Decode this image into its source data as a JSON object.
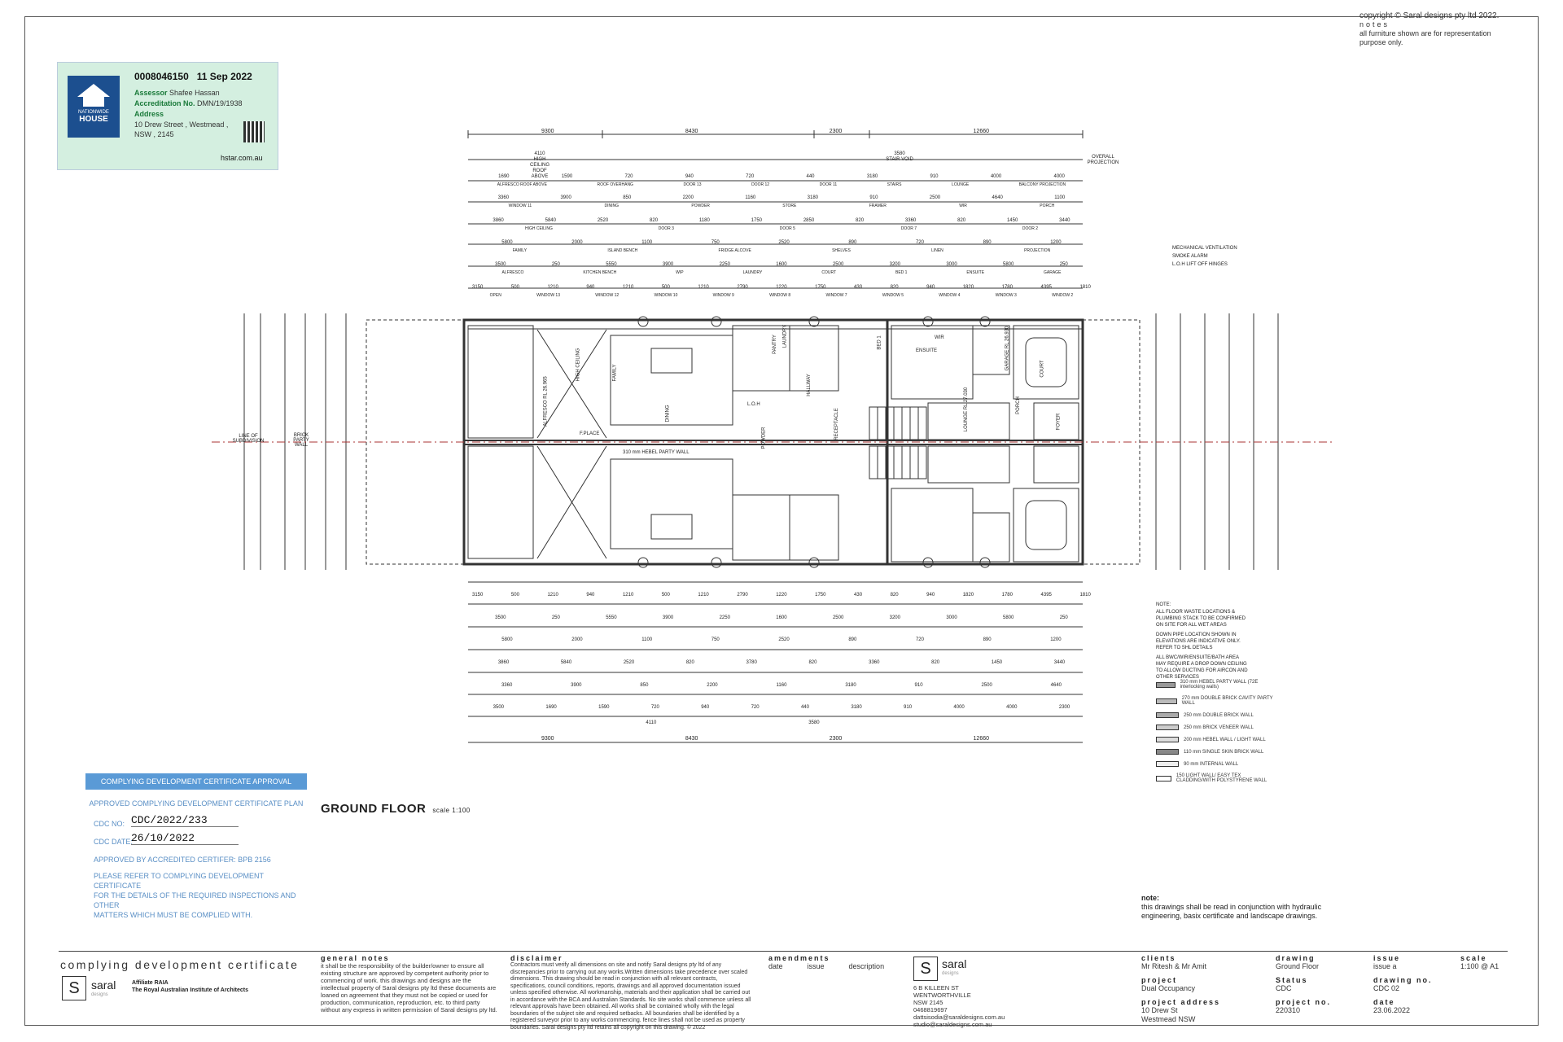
{
  "copyright": {
    "line1": "copyright © Saral designs pty ltd 2022.",
    "line2": "notes",
    "line3": "all furniture shown are for representation",
    "line4": "purpose only."
  },
  "certificate": {
    "number": "0008046150",
    "date": "11 Sep 2022",
    "assessor_label": "Assessor",
    "assessor": "Shafee Hassan",
    "accreditation_label": "Accreditation No.",
    "accreditation": "DMN/19/1938",
    "address_label": "Address",
    "address1": "10 Drew Street , Westmead ,",
    "address2": "NSW , 2145",
    "logo_text1": "NATIONWIDE",
    "logo_text2": "HOUSE",
    "site": "hstar.com.au"
  },
  "plan": {
    "title": "GROUND FLOOR",
    "scale": "scale 1:100",
    "top_overall": [
      "9300",
      "8430",
      "2300",
      "12660"
    ],
    "bottom_overall": [
      "9300",
      "8430",
      "2300",
      "12660"
    ],
    "top_row1": [
      "4110",
      "3580"
    ],
    "top_row1_labels": [
      "HIGH CEILING ROOF ABOVE",
      "STAIR VOID",
      "OVERALL PROJECTION"
    ],
    "top_row2": [
      "1690",
      "1590",
      "720",
      "940",
      "720",
      "440",
      "3180",
      "910",
      "4000",
      "4000"
    ],
    "top_row2_labels": [
      "ALFRESCO ROOF ABOVE",
      "ROOF OVERHANG",
      "DOOR 13",
      "DOOR 12",
      "DOOR 11",
      "STAIRS",
      "LOUNGE",
      "BALCONY PROJECTION"
    ],
    "top_row3": [
      "3360",
      "3900",
      "850",
      "2200",
      "1160",
      "3180",
      "910",
      "2500",
      "4640",
      "1100"
    ],
    "top_row3_labels": [
      "WINDOW 11",
      "DINING",
      "POWDER",
      "STORE",
      "FRAMER",
      "WIR",
      "PORCH"
    ],
    "top_row4": [
      "3860",
      "5840",
      "2520",
      "820",
      "1180",
      "1750",
      "2850",
      "820",
      "3360",
      "820",
      "1450",
      "3440"
    ],
    "top_row4_labels": [
      "HIGH CEILING",
      "DOOR 3",
      "DOOR 5",
      "DOOR 7",
      "DOOR 2"
    ],
    "top_row5": [
      "5800",
      "2000",
      "1100",
      "750",
      "2520",
      "890",
      "720",
      "890",
      "1200"
    ],
    "top_row5_labels": [
      "FAMILY",
      "ISLAND BENCH",
      "FRIDGE ALCOVE",
      "SHELVES",
      "LINEN",
      "PROJECTION"
    ],
    "top_row6": [
      "3500",
      "250",
      "5550",
      "3900",
      "2250",
      "1600",
      "2500",
      "3200",
      "3000",
      "5800",
      "250"
    ],
    "top_row6_labels": [
      "ALFRESCO",
      "KITCHEN BENCH",
      "WIP",
      "LAUNDRY",
      "COURT",
      "BED 1",
      "ENSUITE",
      "GARAGE"
    ],
    "top_row7": [
      "3150",
      "500",
      "1210",
      "940",
      "1210",
      "500",
      "1210",
      "2790",
      "1220",
      "1750",
      "430",
      "820",
      "940",
      "1820",
      "1780",
      "4395",
      "1810"
    ],
    "top_row7_labels": [
      "OPEN",
      "WINDOW 13",
      "WINDOW 12",
      "WINDOW 10",
      "WINDOW 9",
      "WINDOW 8",
      "WINDOW 7",
      "WINDOW 5",
      "WINDOW 4",
      "WINDOW 3",
      "WINDOW 2"
    ],
    "room_labels": [
      "ALFRESCO RL 26.965",
      "HIGH CEILING",
      "FAMILY",
      "DINING",
      "F.PLACE",
      "HALLWAY",
      "LOUNGE RL 27.030",
      "GARAGE RL 26.930",
      "BED 1",
      "ENSUITE",
      "WIR",
      "LAUNDRY",
      "POWDER",
      "PANTRY",
      "FOYER",
      "PORCH",
      "L.O.H",
      "RECEPTACLE",
      "COURT"
    ],
    "party_wall": "310 mm HEBEL PARTY WALL",
    "subdivision": "LINE OF SUBDIVISION",
    "fence": "BRICK PARTY WALL",
    "bottom_row1": [
      "3150",
      "500",
      "1210",
      "940",
      "1210",
      "500",
      "1210",
      "2790",
      "1220",
      "1750",
      "430",
      "820",
      "940",
      "1820",
      "1780",
      "4395",
      "1810"
    ],
    "bottom_row2": [
      "3500",
      "250",
      "5550",
      "3900",
      "2250",
      "1600",
      "2500",
      "3200",
      "3000",
      "5800",
      "250"
    ],
    "bottom_row3": [
      "5800",
      "2000",
      "1100",
      "750",
      "2520",
      "890",
      "720",
      "890",
      "1200"
    ],
    "bottom_row4": [
      "3860",
      "5840",
      "2520",
      "820",
      "3780",
      "820",
      "3360",
      "820",
      "1450",
      "3440"
    ],
    "bottom_row5": [
      "3360",
      "3900",
      "850",
      "2200",
      "1160",
      "3180",
      "910",
      "2500",
      "4640"
    ],
    "bottom_row6": [
      "3500",
      "1690",
      "1590",
      "720",
      "940",
      "720",
      "440",
      "3180",
      "910",
      "4000",
      "4000",
      "2300"
    ],
    "bottom_row7": [
      "4110",
      "3580"
    ],
    "right_notes": [
      "MECHANICAL VENTILATION",
      "SMOKE ALARM",
      "L.O.H  LIFT OFF HINGES"
    ],
    "ne_note": "ALL FLOOR WASTE LOCATIONS & PLUMBING STACK TO BE CONFIRMED ON SITE FOR ALL WET AREAS",
    "ne_note2": "DOWN PIPE LOCATION SHOWN IN ELEVATIONS ARE INDICATIVE ONLY. REFER TO SHL DETAILS",
    "ne_note3": "ALL BWC/WIR/ENSUITE/BATH AREA MAY REQUIRE A DROP DOWN CEILING TO ALLOW DUCTING FOR AIRCON AND OTHER SERVICES"
  },
  "legend": {
    "title": "NOTE:",
    "items": [
      "310 mm HEBEL PARTY WALL (72E interlocking walls)",
      "270 mm DOUBLE BRICK CAVITY PARTY WALL",
      "250 mm DOUBLE BRICK WALL",
      "250 mm BRICK VENEER WALL",
      "200 mm HEBEL WALL / LIGHT WALL",
      "110 mm SINGLE SKIN BRICK WALL",
      "90 mm INTERNAL WALL",
      "150 LIGHT WALL/ EASY TEX CLADDING/WITH POLYSTYRENE WALL"
    ]
  },
  "cdc": {
    "bar": "COMPLYING DEVELOPMENT CERTIFICATE APPROVAL",
    "sub": "APPROVED COMPLYING DEVELOPMENT CERTIFICATE PLAN",
    "no_label": "CDC NO:",
    "no_value": "CDC/2022/233",
    "date_label": "CDC DATE:",
    "date_value": "26/10/2022",
    "certifier": "APPROVED BY ACCREDITED CERTIFER: BPB 2156",
    "note1": "PLEASE REFER TO COMPLYING DEVELOPMENT CERTIFICATE",
    "note2": "FOR THE DETAILS OF THE REQUIRED INSPECTIONS AND OTHER",
    "note3": "MATTERS WHICH MUST BE COMPLIED WITH."
  },
  "hydraulic_note": {
    "title": "note:",
    "line1": "this drawings shall be read in conjunction with hydraulic",
    "line2": "engineering, basix certificate and landscape drawings."
  },
  "titleblock": {
    "cdc_title": "complying development certificate",
    "brand": "saral",
    "brand_sub": "designs",
    "affil1": "Affiliate RAIA",
    "affil2": "The Royal Australian Institute of Architects",
    "general_title": "general notes",
    "general_text": "it shall be the responsibility of the builder/owner to ensure all existing structure are approved by competent authority prior to commencing of work. this drawings and designs are the intellectual property of Saral designs pty ltd these documents are loaned on agreement that they must not be copied or used for production, communication, reproduction, etc. to third party without any express in written permission of Saral designs pty ltd.",
    "disclaimer_title": "disclaimer",
    "disclaimer_text": "Contractors must verify all dimensions on site and notify Saral designs pty ltd of any discrepancies prior to carrying out any works.Written dimensions take precedence over scaled dimensions. This drawing should be read in conjunction with all relevant contracts, specifications, council conditions, reports, drawings and all approved documentation issued unless specified otherwise. All workmanship, materials and their application shall be carried out in accordance with the BCA and Australian Standards. No site works shall commence unless all relevant approvals have been obtained. All works shall be contained wholly with the legal boundaries of the subject site and required setbacks. All boundaries shall be identified by a registered surveyor prior to any works commencing. fence lines shall not be used as property boundaries. Saral designs pty ltd retains all copyright on this drawing. © 2022",
    "amend_title": "amendments",
    "amend_cols": [
      "date",
      "issue",
      "description"
    ],
    "office_brand": "saral",
    "office_sub": "designs",
    "office_addr1": "6 B KILLEEN ST",
    "office_addr2": "WENTWORTHVILLE",
    "office_addr3": "NSW 2145",
    "office_phone": "0468819697",
    "office_email1": "dattsisodia@saraldesigns.com.au",
    "office_email2": "studio@saraldesigns.com.au",
    "clients_title": "clients",
    "clients": "Mr Ritesh & Mr Amit",
    "project_title": "project",
    "project": "Dual Occupancy",
    "address_title": "project address",
    "address1": "10 Drew St",
    "address2": "Westmead NSW",
    "drawing_title": "drawing",
    "drawing": "Ground Floor",
    "status_title": "Status",
    "status": "CDC",
    "projno_title": "project no.",
    "projno": "220310",
    "issue_title": "issue",
    "issue": "issue a",
    "drawno_title": "drawing no.",
    "drawno": "CDC 02",
    "date_title": "date",
    "date": "23.06.2022",
    "scale_title": "scale",
    "scale": "1:100 @ A1"
  }
}
